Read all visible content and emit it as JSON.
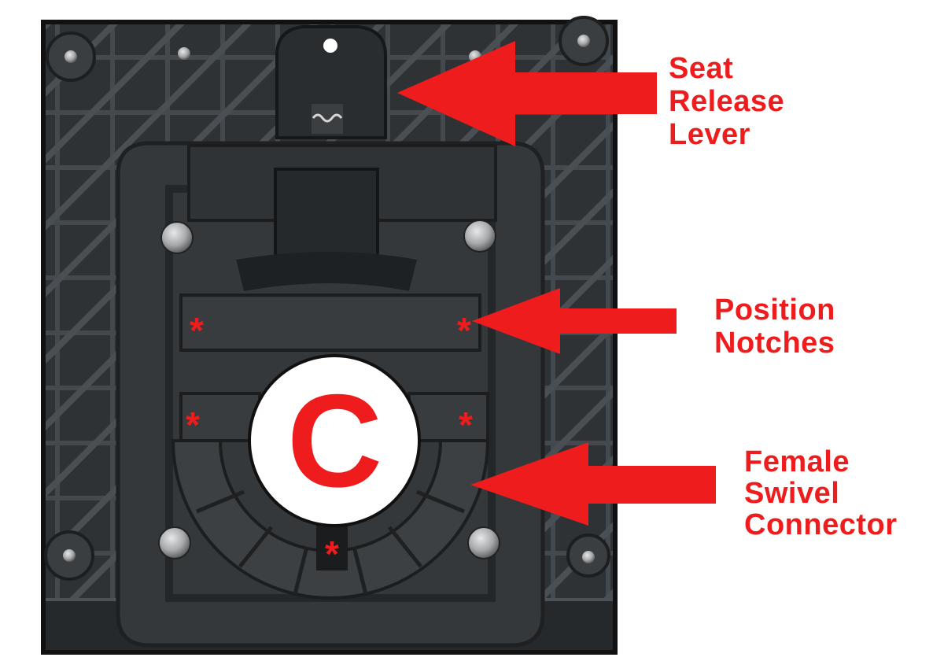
{
  "colors": {
    "accent": "#ee1c1c",
    "background": "#ffffff",
    "plastic_dark": "#2b2e30",
    "plastic_mid": "#3a3e41",
    "frame": "#111111"
  },
  "labels": {
    "seat_release_lever": [
      "Seat",
      "Release",
      "Lever"
    ],
    "position_notches": [
      "Position",
      "Notches"
    ],
    "female_swivel_connector": [
      "Female",
      "Swivel",
      "Connector"
    ]
  },
  "callout": {
    "letter": "C"
  },
  "markers": {
    "notch_symbol": "*",
    "count": 5
  },
  "icons": [
    "arrow-left-icon",
    "asterisk-icon",
    "screw-icon"
  ]
}
